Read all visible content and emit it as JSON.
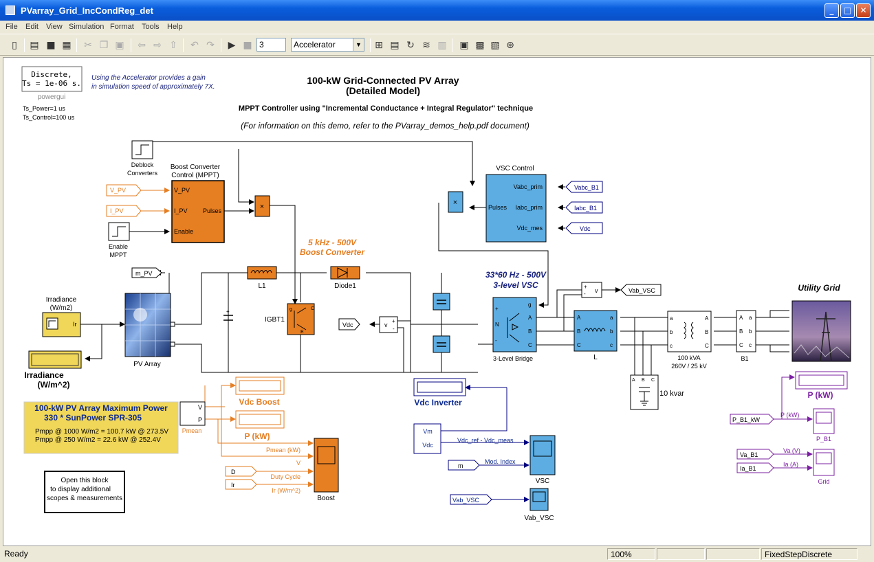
{
  "window": {
    "title": "PVarray_Grid_IncCondReg_det",
    "minimize": "_",
    "maximize": "□",
    "close": "✕"
  },
  "menu": [
    "File",
    "Edit",
    "View",
    "Simulation",
    "Format",
    "Tools",
    "Help"
  ],
  "toolbar": {
    "stop_time": "3",
    "sim_mode": "Accelerator"
  },
  "status": {
    "left": "Ready",
    "zoom": "100%",
    "solver": "FixedStepDiscrete"
  },
  "diagram": {
    "powergui": {
      "line1": "Discrete,",
      "line2": "Ts = 1e-06 s.",
      "name": "powergui"
    },
    "accel_note": {
      "line1": "Using the Accelerator provides a gain",
      "line2": "in simulation speed of approximately 7X."
    },
    "ts_power": "Ts_Power=1 us",
    "ts_control": "Ts_Control=100 us",
    "title1": "100-kW Grid-Connected PV Array",
    "title2": "(Detailed Model)",
    "subtitle": "MPPT Controller using  \"Incremental Conductance + Integral Regulator\"  technique",
    "info": "(For information on this demo,  refer to the PVarray_demos_help.pdf document)",
    "deblock": {
      "l1": "Deblock",
      "l2": "Converters"
    },
    "boost_ctrl": {
      "t1": "Boost Converter",
      "t2": "Control (MPPT)",
      "in1": "V_PV",
      "in2": "I_PV",
      "in3": "Enable",
      "out": "Pulses"
    },
    "enable_mppt": {
      "l1": "Enable",
      "l2": "MPPT"
    },
    "tags": {
      "v_pv": "V_PV",
      "i_pv": "I_PV",
      "m_pv": "m_PV",
      "vdc": "Vdc",
      "vabc_b1": "Vabc_B1",
      "iabc_b1": "Iabc_B1",
      "vdc2": "Vdc",
      "vab_vsc": "Vab_VSC",
      "p_b1_kw": "P_B1_kW",
      "va_b1": "Va_B1",
      "ia_b1": "Ia_B1",
      "vab_vsc2": "Vab_VSC",
      "m": "m",
      "d": "D",
      "ir": "Ir"
    },
    "irradiance_block": {
      "l1": "Irradiance",
      "l2": "(W/m2)",
      "port": "Ir"
    },
    "irradiance_disp": {
      "l1": "Irradiance",
      "l2": "(W/m^2)"
    },
    "pv_array": "PV Array",
    "l1": "L1",
    "diode": "Diode1",
    "igbt": "IGBT1",
    "boost_label": {
      "l1": "5 kHz - 500V",
      "l2": "Boost Converter"
    },
    "vsc_ctrl": {
      "title": "VSC Control",
      "in1": "Vabc_prim",
      "in2": "Iabc_prim",
      "in3": "Vdc_mes",
      "out": "Pulses"
    },
    "vsc_label": {
      "l1": "33*60 Hz - 500V",
      "l2": "3-level VSC"
    },
    "bridge": {
      "name": "3-Level Bridge",
      "g": "g",
      "a": "A",
      "b": "B",
      "c": "C",
      "p": "+",
      "n": "N",
      "m": "-"
    },
    "choke": "L",
    "xfmr": {
      "name1": "100 kVA",
      "name2": "260V / 25 kV"
    },
    "b1": "B1",
    "cap_bank": "10 kvar",
    "utility": "Utility Grid",
    "pmean": {
      "name": "Pmean",
      "v": "V",
      "p": "P"
    },
    "pv_info": {
      "t1": "100-kW  PV Array Maximum Power",
      "t2": "330 * SunPower SPR-305",
      "l1": "Pmpp @ 1000 W/m2 = 100.7 kW @ 273.5V",
      "l2": "Pmpp @ 250 W/m2   = 22.6 kW @ 252.4V"
    },
    "vdc_boost": "Vdc Boost",
    "p_kw_orange": "P (kW)",
    "boost_scope": {
      "name": "Boost",
      "s1": "Pmean (kW)",
      "s2": "V",
      "s3": "Duty Cycle",
      "s4": "Ir (W/m^2)"
    },
    "open_block": {
      "l1": "Open this block",
      "l2": "to display additional",
      "l3": "scopes & measurements"
    },
    "vdc_inverter": "Vdc Inverter",
    "vm_block": {
      "p1": "Vm",
      "p2": "Vdc"
    },
    "vsc_scope": {
      "name": "VSC",
      "s1": "Vdc_ref - Vdc_meas",
      "s2": "Mod. Index"
    },
    "vab_vsc_scope": "Vab_VSC",
    "p_kw_purple": "P (kW)",
    "p_b1": {
      "name": "P_B1",
      "sig": "P (kW)"
    },
    "grid_scope": {
      "name": "Grid",
      "s1": "Va (V)",
      "s2": "Ia (A)"
    },
    "sensor_v": "v"
  }
}
